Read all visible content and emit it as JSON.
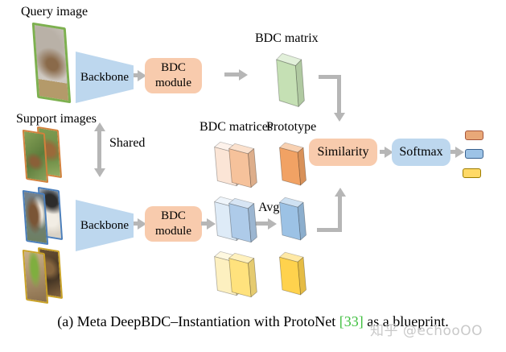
{
  "figure": {
    "query_label": "Query image",
    "support_label": "Support images",
    "shared_label": "Shared",
    "backbone_label": "Backbone",
    "bdc_module_label": "BDC module",
    "bdc_matrix_label": "BDC matrix",
    "bdc_matrices_label": "BDC matrices",
    "prototype_label": "Prototype",
    "avg_label": "Avg",
    "similarity_label": "Similarity",
    "softmax_label": "Softmax"
  },
  "caption": {
    "prefix": "(a) Meta DeepBDC–Instantiation with ProtoNet ",
    "citation": "[33]",
    "suffix": " as a blueprint."
  },
  "watermark": "知乎 @echooOO",
  "icons": [
    "arrow-right-icon",
    "arrow-down-elbow-icon",
    "arrow-up-elbow-icon",
    "double-arrow-vertical-icon"
  ],
  "colors": {
    "arrow": "#b6b6b6",
    "backbone-fill": "#bdd7ee",
    "module-fill": "#f8cbad",
    "similarity-fill": "#f8cbad",
    "softmax-fill": "#bdd7ee",
    "slab-green": "#c5e0b4",
    "slab-orange-pale": "#fbe5d6",
    "slab-orange": "#f6c29b",
    "slab-orange-deep": "#f1a264",
    "slab-blue-pale": "#deebf7",
    "slab-blue": "#aecbe9",
    "slab-blue-deep": "#9cc2e5",
    "slab-yellow-pale": "#fdf0c0",
    "slab-yellow": "#ffe27d",
    "slab-yellow-deep": "#ffd24d",
    "chip-orange": "#e9a878",
    "chip-orange-border": "#a6553a",
    "chip-blue": "#9dc3e6",
    "chip-blue-border": "#39618e",
    "chip-yellow": "#ffd966",
    "chip-yellow-border": "#9c7c00",
    "frame-green": "#7db04f",
    "frame-orange": "#d2813c",
    "frame-blue": "#4a7ebb",
    "frame-gold": "#c9a227",
    "citation-green": "#3fbf3f",
    "watermark-gray": "#c9c9c9"
  }
}
